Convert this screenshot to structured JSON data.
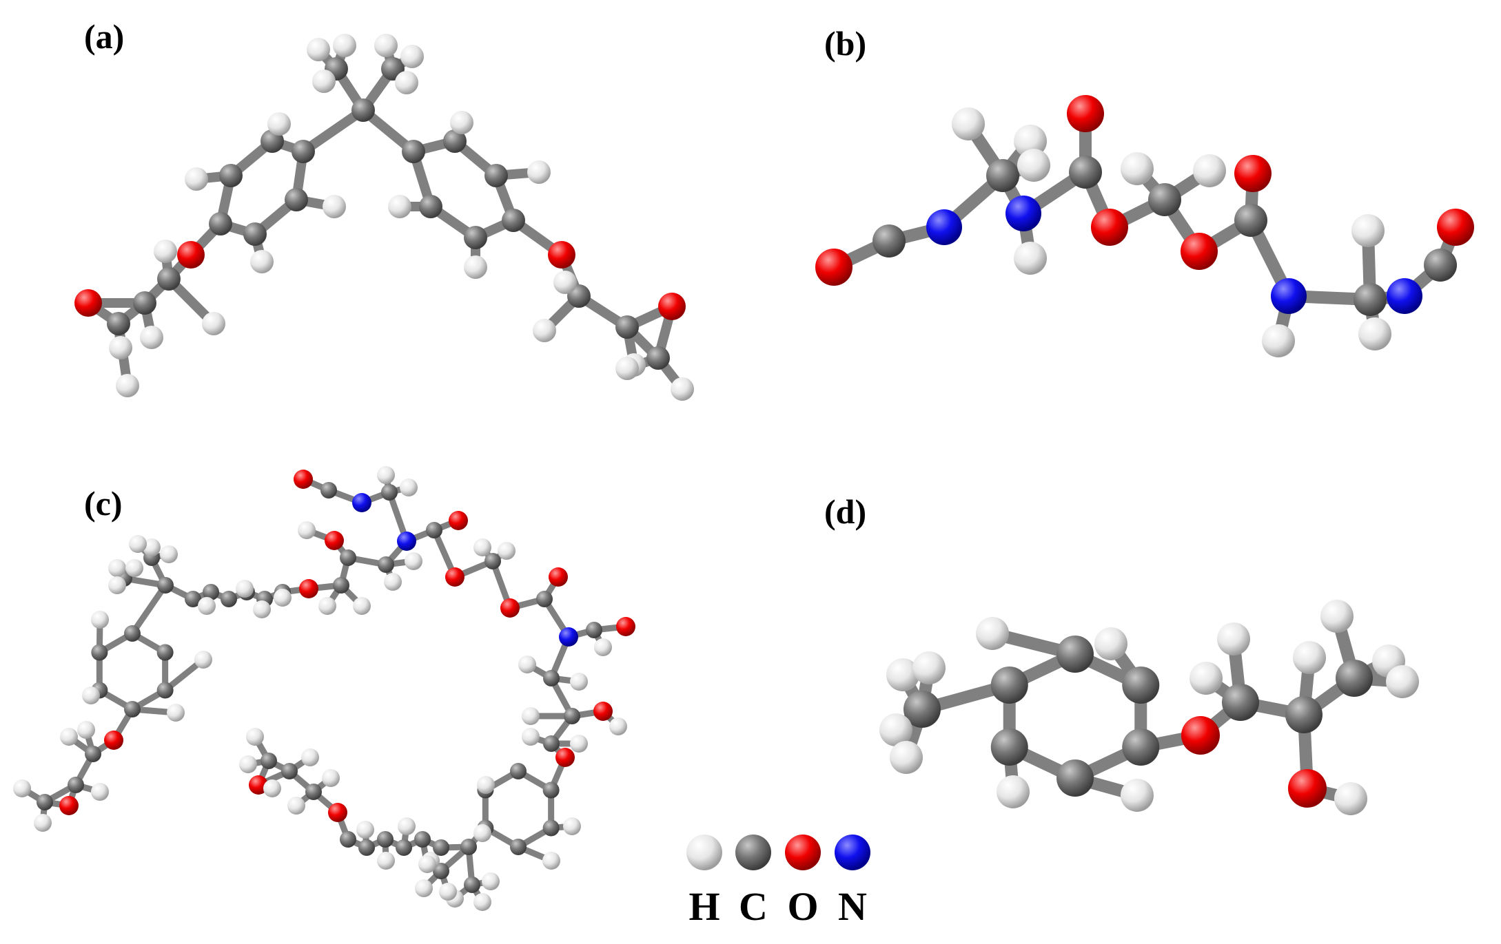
{
  "panels": [
    {
      "label": "(a)"
    },
    {
      "label": "(b)"
    },
    {
      "label": "(c)"
    },
    {
      "label": "(d)"
    }
  ],
  "legend": [
    {
      "symbol": "H",
      "color": "#f0f0f0"
    },
    {
      "symbol": "C",
      "color": "#7a7a7a"
    },
    {
      "symbol": "O",
      "color": "#ff0d0d"
    },
    {
      "symbol": "N",
      "color": "#1a1aff"
    }
  ],
  "colors": {
    "hydrogen": "#f0f0f0",
    "carbon": "#7a7a7a",
    "oxygen": "#ff0d0d",
    "nitrogen": "#1a1aff",
    "bond": "#808080"
  }
}
